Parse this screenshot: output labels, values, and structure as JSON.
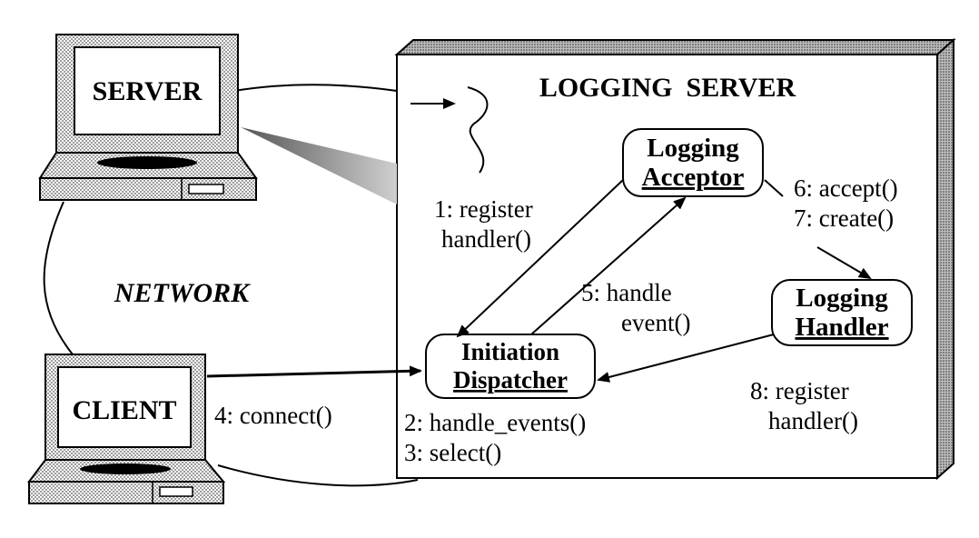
{
  "diagram": {
    "server_label": "SERVER",
    "client_label": "CLIENT",
    "network_label": "NETWORK",
    "logging_server_title": "LOGGING  SERVER",
    "acceptor": {
      "line1": "Logging",
      "line2": "Acceptor"
    },
    "handler": {
      "line1": "Logging",
      "line2": "Handler"
    },
    "dispatcher": {
      "line1": "Initiation",
      "line2": "Dispatcher"
    },
    "steps": {
      "s1_line1": "1: register",
      "s1_line2": "handler()",
      "s2": "2: handle_events()",
      "s3": "3: select()",
      "s4": "4: connect()",
      "s5_line1": "5: handle",
      "s5_line2": "event()",
      "s6": "6: accept()",
      "s7": "7: create()",
      "s8_line1": "8: register",
      "s8_line2": "handler()"
    }
  }
}
